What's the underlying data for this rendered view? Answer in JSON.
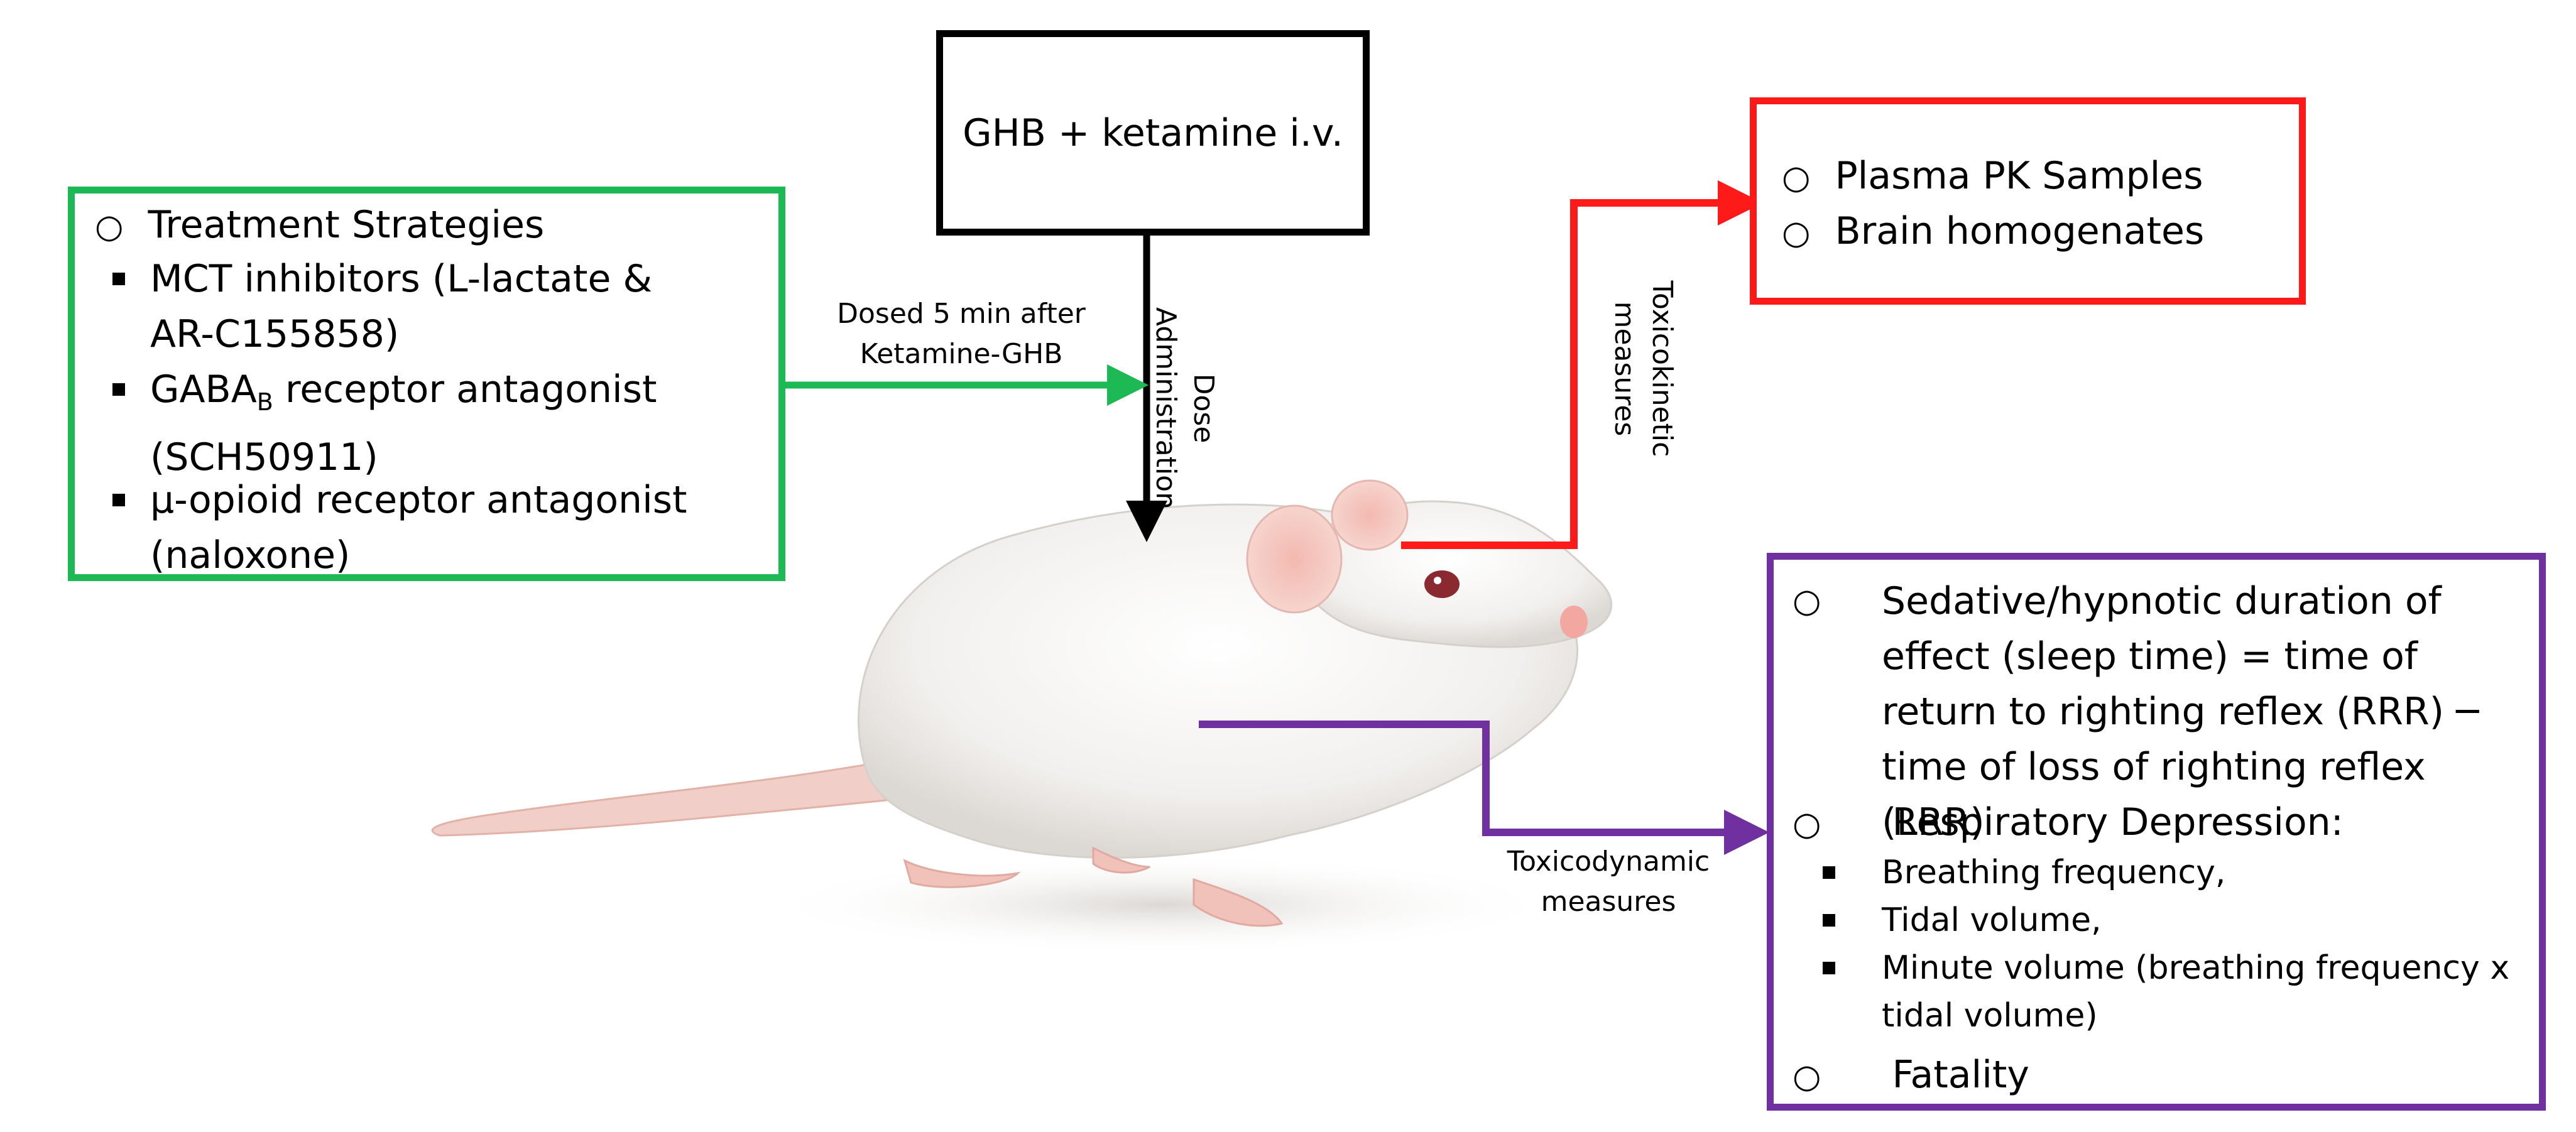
{
  "center_box": {
    "text": "GHB + ketamine i.v."
  },
  "treatment_box": {
    "heading": "Treatment Strategies",
    "items": [
      {
        "lines": [
          "MCT inhibitors (L-lactate &",
          "AR-C155858)"
        ]
      },
      {
        "line1_prefix": "GABA",
        "line1_sub": "B",
        "line1_suffix": " receptor antagonist",
        "line2": "(SCH50911)"
      },
      {
        "lines": [
          "µ-opioid receptor antagonist",
          "(naloxone)"
        ]
      }
    ]
  },
  "green_arrow_label": {
    "line1": "Dosed 5 min after",
    "line2": "Ketamine-GHB"
  },
  "dose_label": {
    "line1": "Dose",
    "line2": "Administration"
  },
  "toxicokinetic_label": {
    "line1": "Toxicokinetic",
    "line2": "measures"
  },
  "pk_box": {
    "items": [
      "Plasma PK Samples",
      "Brain homogenates"
    ]
  },
  "toxicodynamic_label": {
    "line1": "Toxicodynamic",
    "line2": "measures"
  },
  "effects_box": {
    "sedative": [
      "Sedative/hypnotic duration of",
      "effect (sleep time) = time of",
      "return to righting reflex (RRR) ─",
      "time of loss of righting reflex (LRR)"
    ],
    "respiratory_heading": "Respiratory Depression:",
    "respiratory_items": [
      "Breathing frequency,",
      "Tidal volume,",
      "Minute volume (breathing frequency x",
      "tidal volume)"
    ],
    "fatality": "Fatality"
  },
  "bullet_glyph": "○",
  "colors": {
    "green": "#1db954",
    "red": "#ff1a1a",
    "purple": "#7030a0",
    "black": "#000000"
  },
  "image": {
    "subject": "rat-illustration"
  }
}
